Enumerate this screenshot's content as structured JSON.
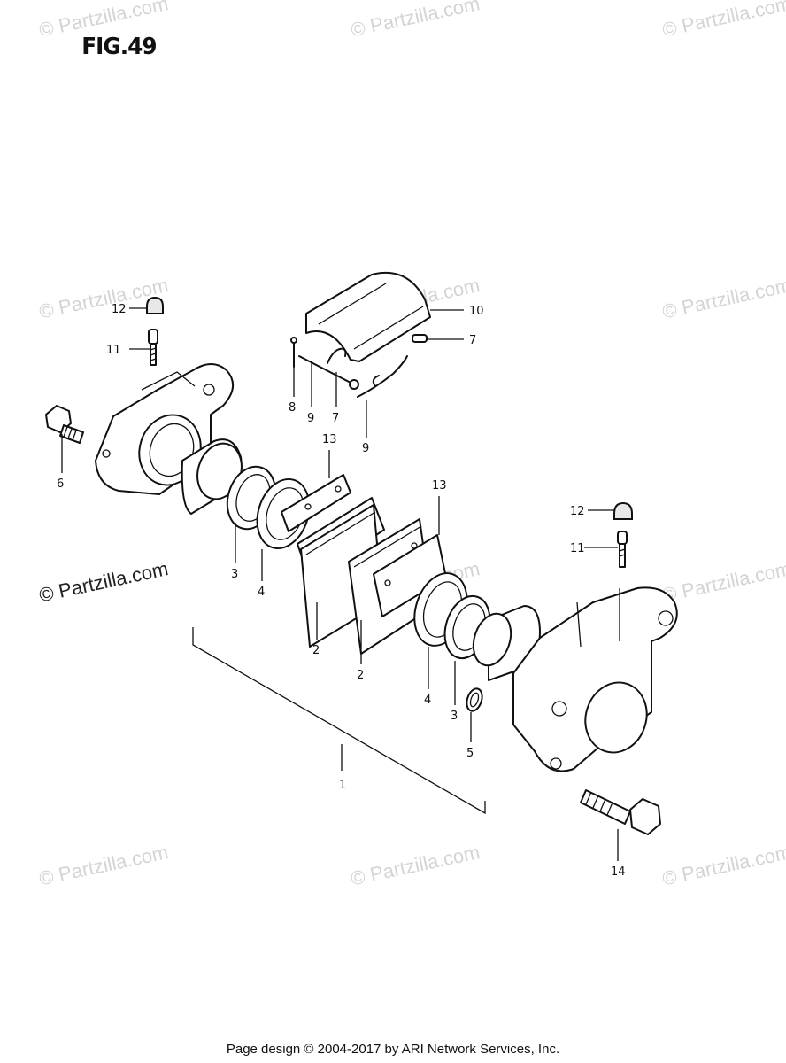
{
  "figure": {
    "title": "FIG.49"
  },
  "watermarks": [
    "© Partzilla.com",
    "© Partzilla.com",
    "© Partzilla.com",
    "© Partzilla.com",
    "© Partzilla.com",
    "© Partzilla.com",
    "© Partzilla.com",
    "© Partzilla.com",
    "© Partzilla.com",
    "© Partzilla.com",
    "© Partzilla.com",
    "© Partzilla.com"
  ],
  "callouts": [
    {
      "id": "c12a",
      "label": "12"
    },
    {
      "id": "c11a",
      "label": "11"
    },
    {
      "id": "c6",
      "label": "6"
    },
    {
      "id": "c10",
      "label": "10"
    },
    {
      "id": "c7a",
      "label": "7"
    },
    {
      "id": "c8",
      "label": "8"
    },
    {
      "id": "c9a",
      "label": "9"
    },
    {
      "id": "c7b",
      "label": "7"
    },
    {
      "id": "c9b",
      "label": "9"
    },
    {
      "id": "c13a",
      "label": "13"
    },
    {
      "id": "c13b",
      "label": "13"
    },
    {
      "id": "c3a",
      "label": "3"
    },
    {
      "id": "c4a",
      "label": "4"
    },
    {
      "id": "c2a",
      "label": "2"
    },
    {
      "id": "c2b",
      "label": "2"
    },
    {
      "id": "c4b",
      "label": "4"
    },
    {
      "id": "c3b",
      "label": "3"
    },
    {
      "id": "c5",
      "label": "5"
    },
    {
      "id": "c1",
      "label": "1"
    },
    {
      "id": "c12b",
      "label": "12"
    },
    {
      "id": "c11b",
      "label": "11"
    },
    {
      "id": "c14",
      "label": "14"
    }
  ],
  "footer": {
    "text": "Page design © 2004-2017 by ARI Network Services, Inc."
  }
}
